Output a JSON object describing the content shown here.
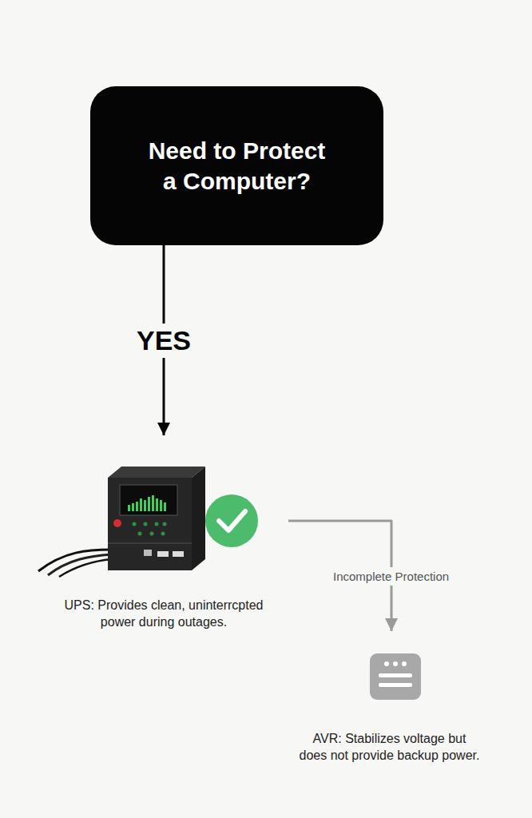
{
  "diagram": {
    "nodes": [
      {
        "text": [
          "Need to Protect a Computer?"
        ]
      },
      {
        "text": [
          "UPS: Provides clean, uninterrcpted power during outages."
        ]
      },
      {
        "text": [
          "AVR: Stabilizes voltage but does not provide backup power."
        ]
      }
    ],
    "edges": [
      {
        "from": 0,
        "to": 1,
        "label": "YES",
        "arrow": "to"
      },
      {
        "from": 1,
        "to": 2,
        "label": "Incomplete Protection",
        "arrow": "to"
      }
    ]
  }
}
